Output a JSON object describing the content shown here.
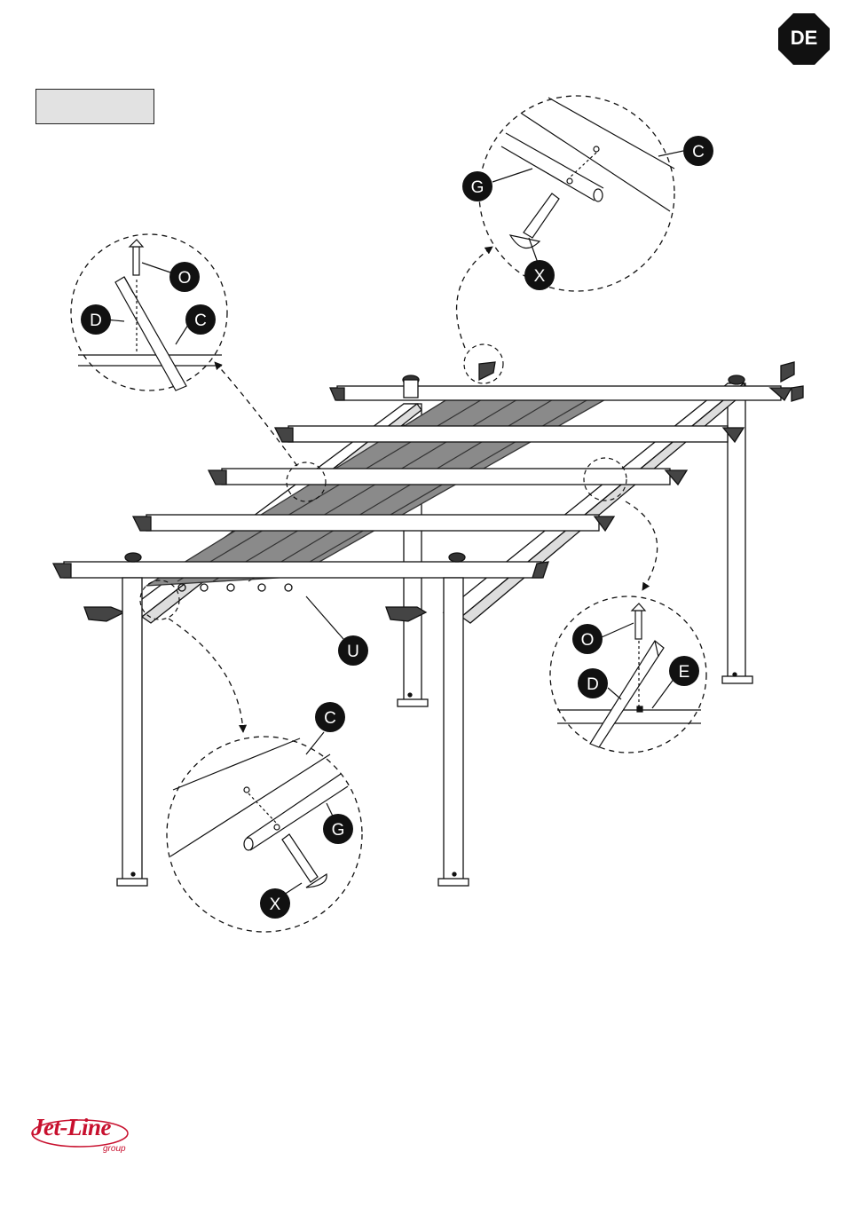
{
  "badge": {
    "language": "DE"
  },
  "step": {
    "label": ""
  },
  "labels": {
    "o_top": "O",
    "d_top": "D",
    "c_top": "C",
    "c_right": "C",
    "g_right": "G",
    "x_right": "X",
    "u_main": "U",
    "o_lower": "O",
    "d_lower": "D",
    "e_lower": "E",
    "c_bottom": "C",
    "g_bottom": "G",
    "x_bottom": "X"
  },
  "logo": {
    "brand": "Jet-Line",
    "sub": "group"
  },
  "colors": {
    "accent": "#c8102e",
    "badge": "#111111",
    "canopy": "#8a8a8a",
    "bracket": "#444444"
  }
}
